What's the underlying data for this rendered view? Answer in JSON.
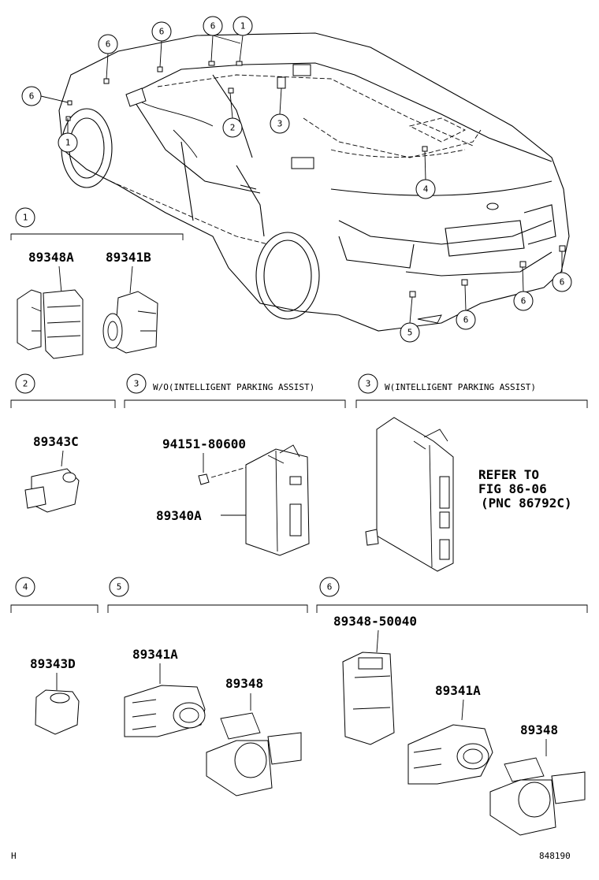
{
  "callouts": {
    "c1": "1",
    "c2": "2",
    "c3": "3",
    "c4": "4",
    "c5": "5",
    "c6": "6"
  },
  "sections": {
    "s3a_title": "W/O(INTELLIGENT PARKING ASSIST)",
    "s3b_title": "W(INTELLIGENT PARKING ASSIST)"
  },
  "parts": {
    "p89348A": "89348A",
    "p89341B": "89341B",
    "p89343C": "89343C",
    "p94151": "94151-80600",
    "p89340A": "89340A",
    "p89343D": "89343D",
    "p89341A": "89341A",
    "p89348": "89348",
    "p8934850040": "89348-50040"
  },
  "refer": {
    "line1": "REFER TO",
    "line2": "FIG 86-06",
    "line3": "(PNC 86792C)"
  },
  "footer": {
    "left": "H",
    "right": "848190"
  }
}
